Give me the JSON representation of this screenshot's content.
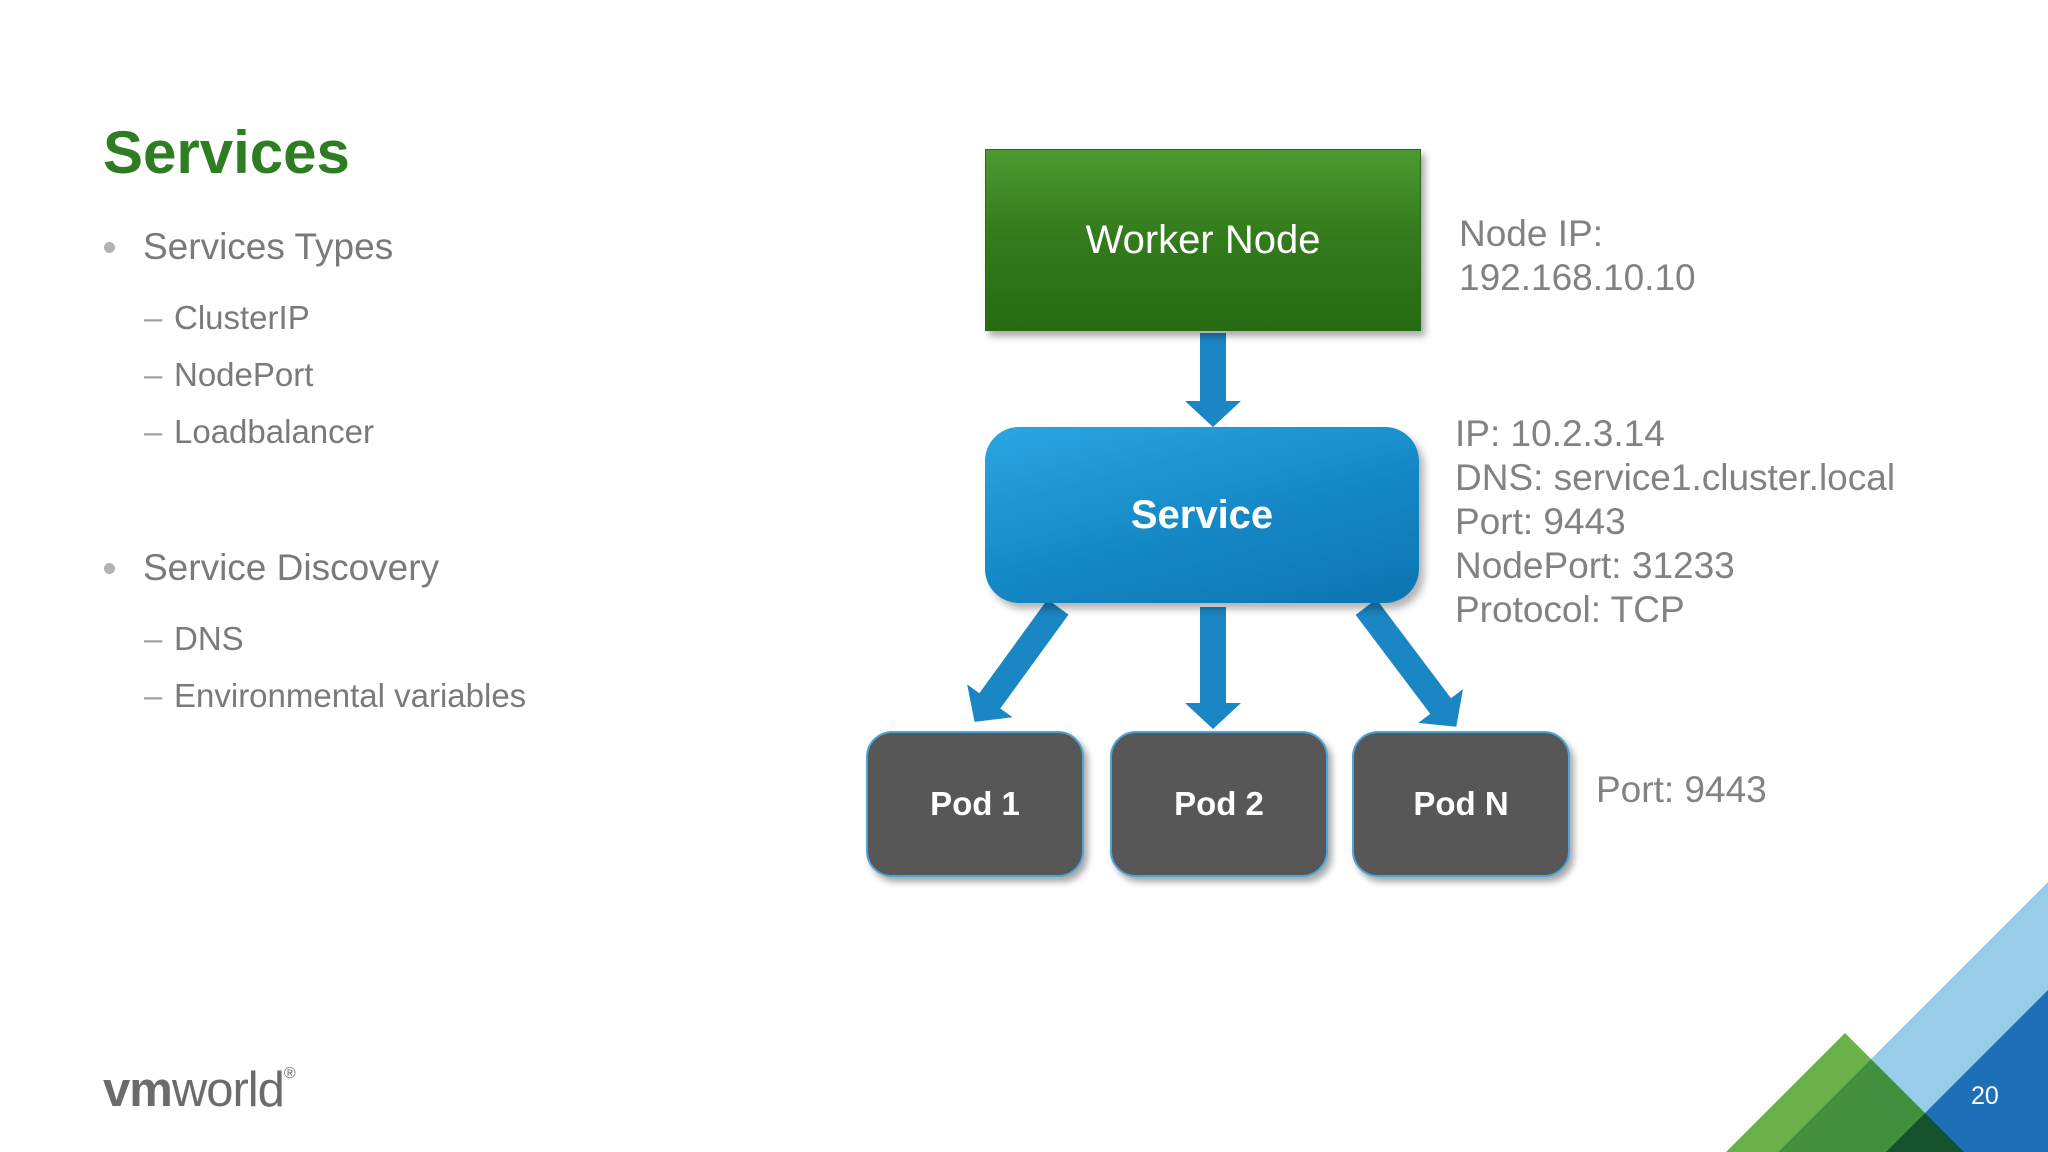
{
  "slide": {
    "title": "Services",
    "page_number": "20",
    "logo": {
      "bold_part": "vm",
      "regular_part": "world",
      "registered_mark": "®"
    }
  },
  "list_markers": {
    "bullet": "•",
    "dash": "–"
  },
  "bullets": [
    {
      "title": "Services Types",
      "items": [
        "ClusterIP",
        "NodePort",
        "Loadbalancer"
      ]
    },
    {
      "title": "Service Discovery",
      "items": [
        "DNS",
        "Environmental variables"
      ]
    }
  ],
  "diagram": {
    "worker_node": {
      "label": "Worker Node"
    },
    "service": {
      "label": "Service"
    },
    "pods": [
      {
        "label": "Pod 1"
      },
      {
        "label": "Pod 2"
      },
      {
        "label": "Pod N"
      }
    ],
    "annotations": {
      "node_ip_lines": [
        "Node IP:",
        "192.168.10.10"
      ],
      "service_info_lines": [
        "IP: 10.2.3.14",
        "DNS: service1.cluster.local",
        "Port: 9443",
        "NodePort: 31233",
        "Protocol: TCP"
      ],
      "pod_port": "Port: 9443"
    }
  },
  "colors": {
    "title_green": "#2e7d22",
    "body_text_gray": "#7a7a7a",
    "annotation_gray": "#828282",
    "worker_box_green_top": "#4c9a31",
    "worker_box_green_bottom": "#266a12",
    "service_box_blue_top": "#2ba6e2",
    "service_box_blue_bottom": "#0d74b2",
    "arrow_blue": "#1a86c3",
    "pod_gray": "#575757",
    "pod_border_blue": "#4aa6d8",
    "logo_gray": "#6b6b6e",
    "deco_light_blue": "#97cde9",
    "deco_dark_blue": "#1d70b8",
    "deco_green_bright": "#6ab147",
    "deco_green_mid": "#42903f",
    "deco_green_dark": "#14532e",
    "page_number_white": "#ffffff"
  }
}
